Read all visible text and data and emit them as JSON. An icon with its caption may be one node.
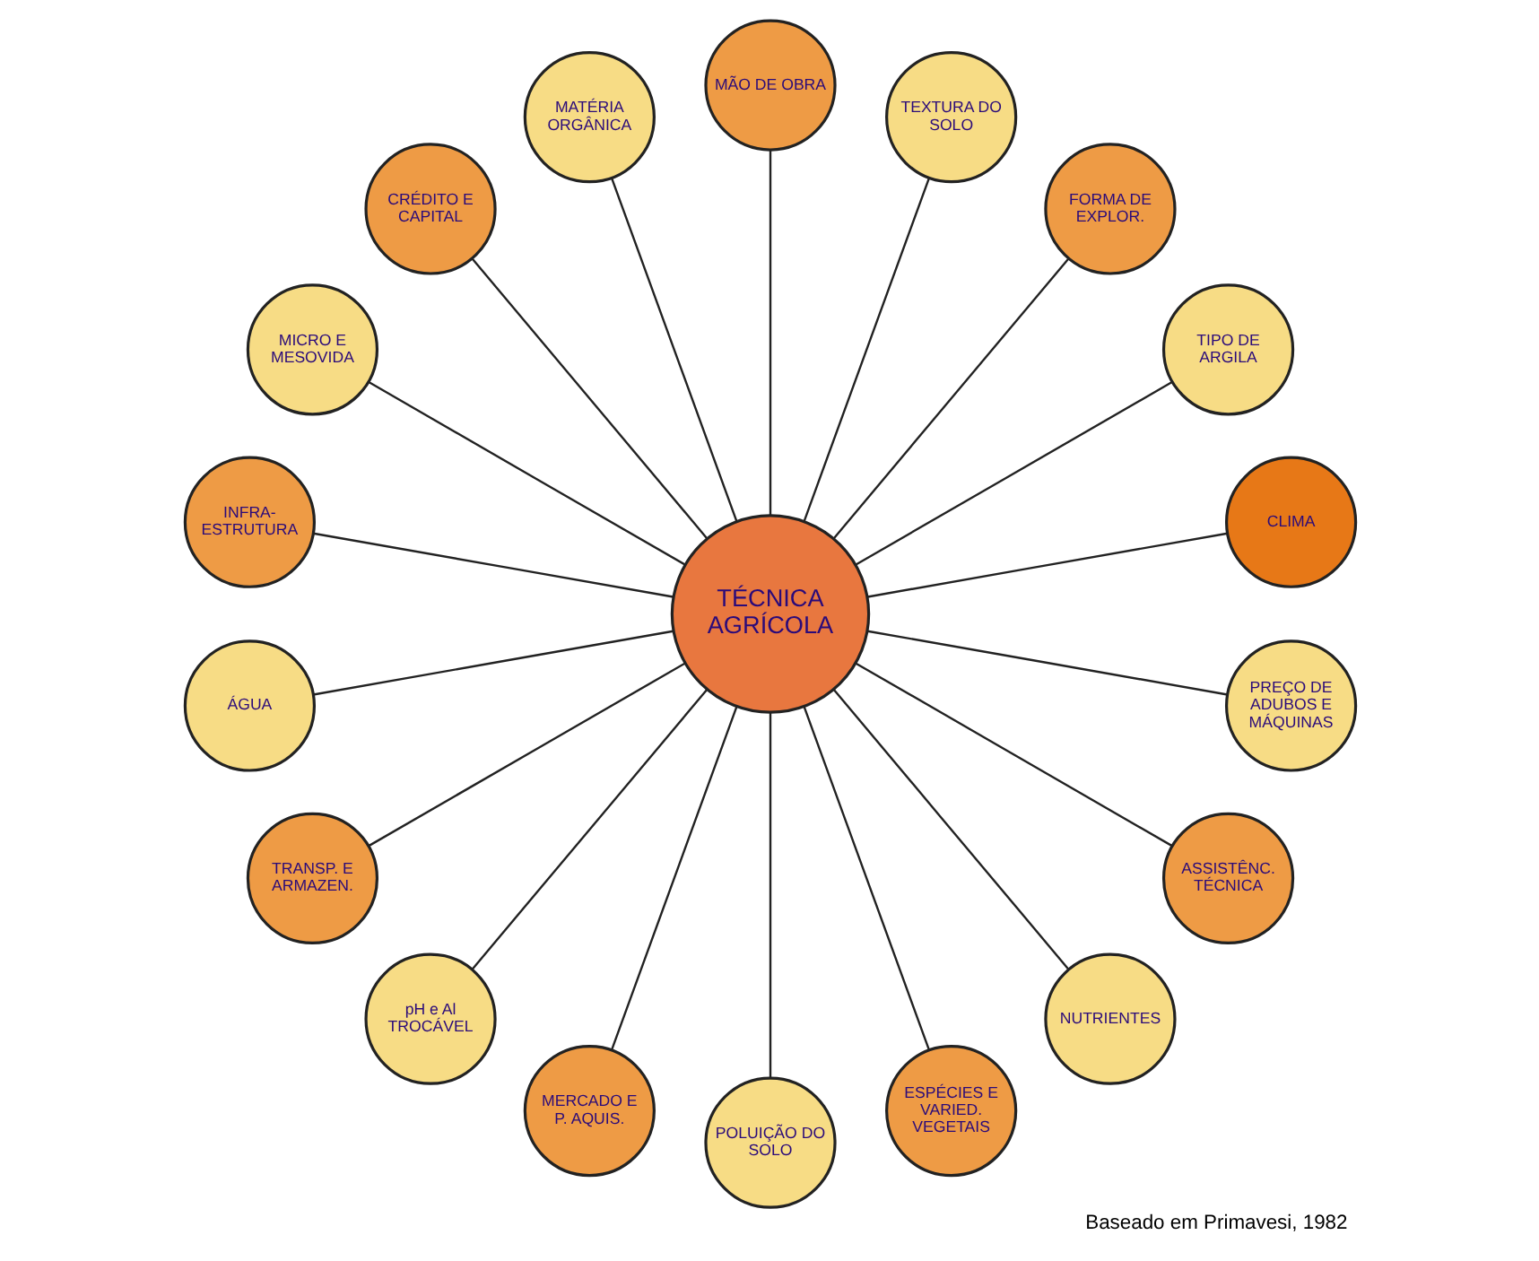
{
  "diagram": {
    "caption": "Baseado em Primavesi, 1982",
    "nodes": [
      {
        "text": [
          "TÉCNICA AGRÍCOLA"
        ]
      },
      {
        "text": [
          "CLIMA"
        ]
      },
      {
        "text": [
          "TIPO DE ARGILA"
        ]
      },
      {
        "text": [
          "FORMA DE EXPLOR."
        ]
      },
      {
        "text": [
          "TEXTURA DO SOLO"
        ]
      },
      {
        "text": [
          "MÃO DE OBRA"
        ]
      },
      {
        "text": [
          "MATÉRIA ORGÂNICA"
        ]
      },
      {
        "text": [
          "CRÉDITO E CAPITAL"
        ]
      },
      {
        "text": [
          "MICRO E MESOVIDA"
        ]
      },
      {
        "text": [
          "INFRA-ESTRUTURA"
        ]
      },
      {
        "text": [
          "ÁGUA"
        ]
      },
      {
        "text": [
          "TRANSP. E ARMAZEN."
        ]
      },
      {
        "text": [
          "pH e Al TROCÁVEL"
        ]
      },
      {
        "text": [
          "MERCADO E P. AQUIS."
        ]
      },
      {
        "text": [
          "POLUIÇÃO DO SOLO"
        ]
      },
      {
        "text": [
          "ESPÉCIES E VARIED. VEGETAIS"
        ]
      },
      {
        "text": [
          "NUTRIENTES"
        ]
      },
      {
        "text": [
          "ASSISTÊNC. TÉCNICA"
        ]
      },
      {
        "text": [
          "PREÇO DE ADUBOS E MÁQUINAS"
        ]
      }
    ],
    "edges": [
      {
        "from": 0,
        "to": 1,
        "arrow": "none"
      },
      {
        "from": 0,
        "to": 2,
        "arrow": "none"
      },
      {
        "from": 0,
        "to": 3,
        "arrow": "none"
      },
      {
        "from": 0,
        "to": 4,
        "arrow": "none"
      },
      {
        "from": 0,
        "to": 5,
        "arrow": "none"
      },
      {
        "from": 0,
        "to": 6,
        "arrow": "none"
      },
      {
        "from": 0,
        "to": 7,
        "arrow": "none"
      },
      {
        "from": 0,
        "to": 8,
        "arrow": "none"
      },
      {
        "from": 0,
        "to": 9,
        "arrow": "none"
      },
      {
        "from": 0,
        "to": 10,
        "arrow": "none"
      },
      {
        "from": 0,
        "to": 11,
        "arrow": "none"
      },
      {
        "from": 0,
        "to": 12,
        "arrow": "none"
      },
      {
        "from": 0,
        "to": 13,
        "arrow": "none"
      },
      {
        "from": 0,
        "to": 14,
        "arrow": "none"
      },
      {
        "from": 0,
        "to": 15,
        "arrow": "none"
      },
      {
        "from": 0,
        "to": 16,
        "arrow": "none"
      },
      {
        "from": 0,
        "to": 17,
        "arrow": "none"
      },
      {
        "from": 0,
        "to": 18,
        "arrow": "none"
      }
    ]
  }
}
